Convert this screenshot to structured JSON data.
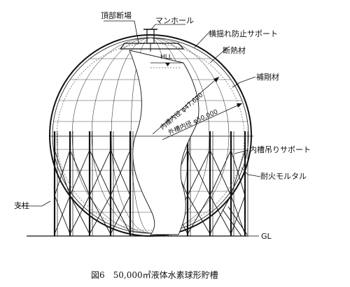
{
  "labels": {
    "top_cut": "頂部断場",
    "manhole": "マンホール",
    "lateral_support": "横揺れ防止サポート",
    "insulation": "断熱材",
    "reinforcement": "補剛材",
    "inner_dia": "内槽内径 φ47,600",
    "outer_dia": "外槽内径 φ50,000",
    "inner_hanger": "内槽吊りサポート",
    "fire_mortar": "耐火モルタル",
    "column": "支柱",
    "hll": "HLL",
    "gl": "GL"
  },
  "caption": "図6　50,000㎥液体水素球形貯槽"
}
